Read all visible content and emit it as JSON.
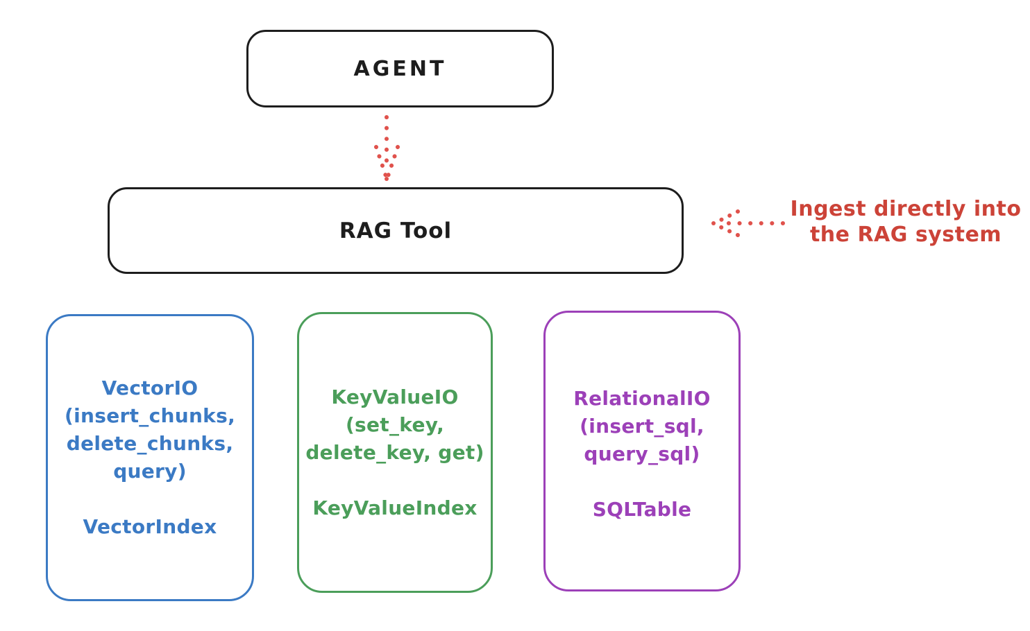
{
  "agent_box": {
    "label": "AGENT"
  },
  "rag_tool_box": {
    "label": "RAG Tool"
  },
  "annotation": {
    "line1": "Ingest directly into",
    "line2": "the RAG system"
  },
  "io_boxes": [
    {
      "lines": [
        "VectorIO",
        "(insert_chunks,",
        "delete_chunks,",
        "query)"
      ],
      "index_label": "VectorIndex",
      "color": "#3b7ac4"
    },
    {
      "lines": [
        "KeyValueIO",
        "(set_key,",
        "delete_key, get)"
      ],
      "index_label": "KeyValueIndex",
      "color": "#4b9e5a"
    },
    {
      "lines": [
        "RelationalIO",
        "(insert_sql,",
        "query_sql)"
      ],
      "index_label": "SQLTable",
      "color": "#9c40b8"
    }
  ],
  "colors": {
    "box_stroke": "#1d1d1d",
    "arrow_red": "#e0524c",
    "annotation_red": "#cc4338",
    "vector_blue": "#3b7ac4",
    "keyvalue_green": "#4b9e5a",
    "relational_purple": "#9c40b8"
  }
}
